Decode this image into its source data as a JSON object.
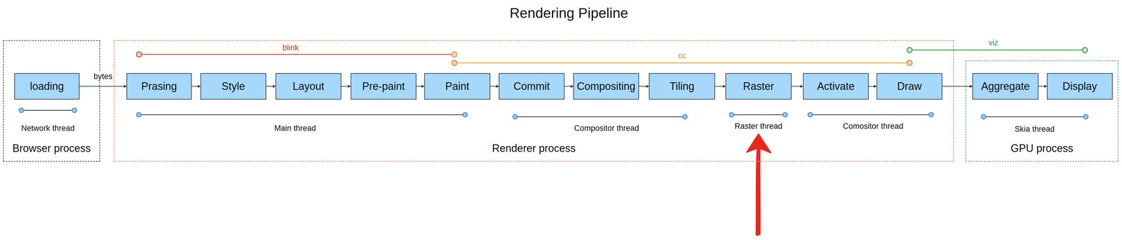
{
  "diagram": {
    "title": "Rendering Pipeline",
    "nodes": [
      {
        "text": [
          "Browser process"
        ]
      },
      {
        "text": [
          "loading"
        ],
        "in": 0
      },
      {
        "text": [
          "Renderer process"
        ]
      },
      {
        "text": [
          "Prasing"
        ],
        "in": 2
      },
      {
        "text": [
          "Style"
        ],
        "in": 2
      },
      {
        "text": [
          "Layout"
        ],
        "in": 2
      },
      {
        "text": [
          "Pre-paint"
        ],
        "in": 2
      },
      {
        "text": [
          "Paint"
        ],
        "in": 2
      },
      {
        "text": [
          "Commit"
        ],
        "in": 2
      },
      {
        "text": [
          "Compositing"
        ],
        "in": 2
      },
      {
        "text": [
          "Tiling"
        ],
        "in": 2
      },
      {
        "text": [
          "Raster"
        ],
        "in": 2
      },
      {
        "text": [
          "Activate"
        ],
        "in": 2
      },
      {
        "text": [
          "Draw"
        ],
        "in": 2
      },
      {
        "text": [
          "GPU process"
        ]
      },
      {
        "text": [
          "Aggregate"
        ],
        "in": 14
      },
      {
        "text": [
          "Display"
        ],
        "in": 14
      }
    ],
    "edges": [
      {
        "from": 1,
        "to": 3,
        "label": "bytes",
        "arrow": "to"
      },
      {
        "from": 3,
        "to": 4,
        "arrow": "to"
      },
      {
        "from": 4,
        "to": 5,
        "arrow": "to"
      },
      {
        "from": 5,
        "to": 6,
        "arrow": "to"
      },
      {
        "from": 6,
        "to": 7,
        "arrow": "to"
      },
      {
        "from": 7,
        "to": 8,
        "arrow": "to"
      },
      {
        "from": 8,
        "to": 9,
        "arrow": "to"
      },
      {
        "from": 9,
        "to": 10,
        "arrow": "to"
      },
      {
        "from": 10,
        "to": 11,
        "arrow": "to"
      },
      {
        "from": 11,
        "to": 12,
        "arrow": "to"
      },
      {
        "from": 12,
        "to": 13,
        "arrow": "to"
      },
      {
        "from": 13,
        "to": 15,
        "arrow": "to"
      },
      {
        "from": 15,
        "to": 16,
        "arrow": "to"
      }
    ],
    "labels": [
      "blink",
      "cc",
      "viz",
      "Network thread",
      "Main thread",
      "Compositor thread",
      "Raster thread",
      "Comositor thread",
      "Skia thread"
    ]
  }
}
